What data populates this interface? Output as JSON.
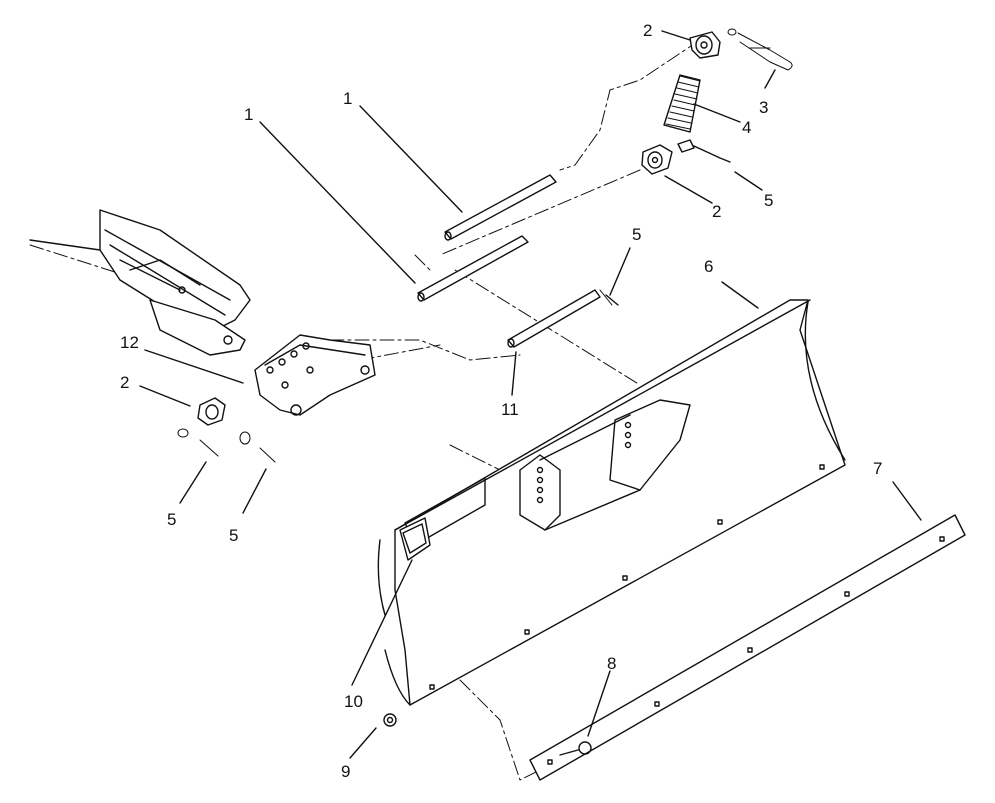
{
  "callouts": [
    {
      "id": "c-2a",
      "text": "2"
    },
    {
      "id": "c-3",
      "text": "3"
    },
    {
      "id": "c-4",
      "text": "4"
    },
    {
      "id": "c-1a",
      "text": "1"
    },
    {
      "id": "c-1b",
      "text": "1"
    },
    {
      "id": "c-2b",
      "text": "2"
    },
    {
      "id": "c-5a",
      "text": "5"
    },
    {
      "id": "c-5b",
      "text": "5"
    },
    {
      "id": "c-6",
      "text": "6"
    },
    {
      "id": "c-12",
      "text": "12"
    },
    {
      "id": "c-11",
      "text": "11"
    },
    {
      "id": "c-2c",
      "text": "2"
    },
    {
      "id": "c-5c",
      "text": "5"
    },
    {
      "id": "c-5d",
      "text": "5"
    },
    {
      "id": "c-7",
      "text": "7"
    },
    {
      "id": "c-8",
      "text": "8"
    },
    {
      "id": "c-10",
      "text": "10"
    },
    {
      "id": "c-9",
      "text": "9"
    }
  ]
}
